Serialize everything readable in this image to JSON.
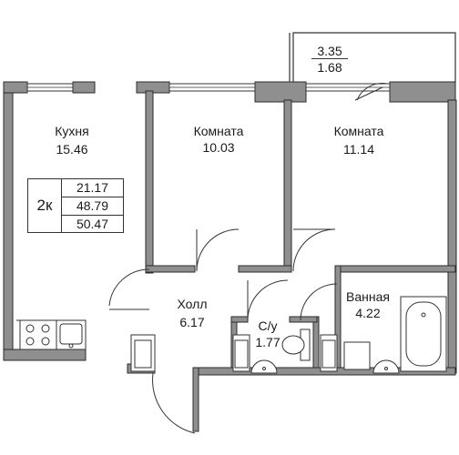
{
  "apartment": {
    "type": "2к",
    "areas": [
      "21.17",
      "48.79",
      "50.47"
    ]
  },
  "rooms": {
    "kitchen": {
      "name": "Кухня",
      "area": "15.46"
    },
    "room1": {
      "name": "Комната",
      "area": "10.03"
    },
    "room2": {
      "name": "Комната",
      "area": "11.14"
    },
    "hall": {
      "name": "Холл",
      "area": "6.17"
    },
    "wc": {
      "name": "С/у",
      "area": "1.77"
    },
    "bath": {
      "name": "Ванная",
      "area": "4.22"
    }
  },
  "balcony": {
    "area_full": "3.35",
    "area_reduced": "1.68"
  },
  "colors": {
    "wall": "#8f8f8f",
    "wall_edge": "#2b2b2b",
    "line": "#333333",
    "background": "#ffffff"
  }
}
